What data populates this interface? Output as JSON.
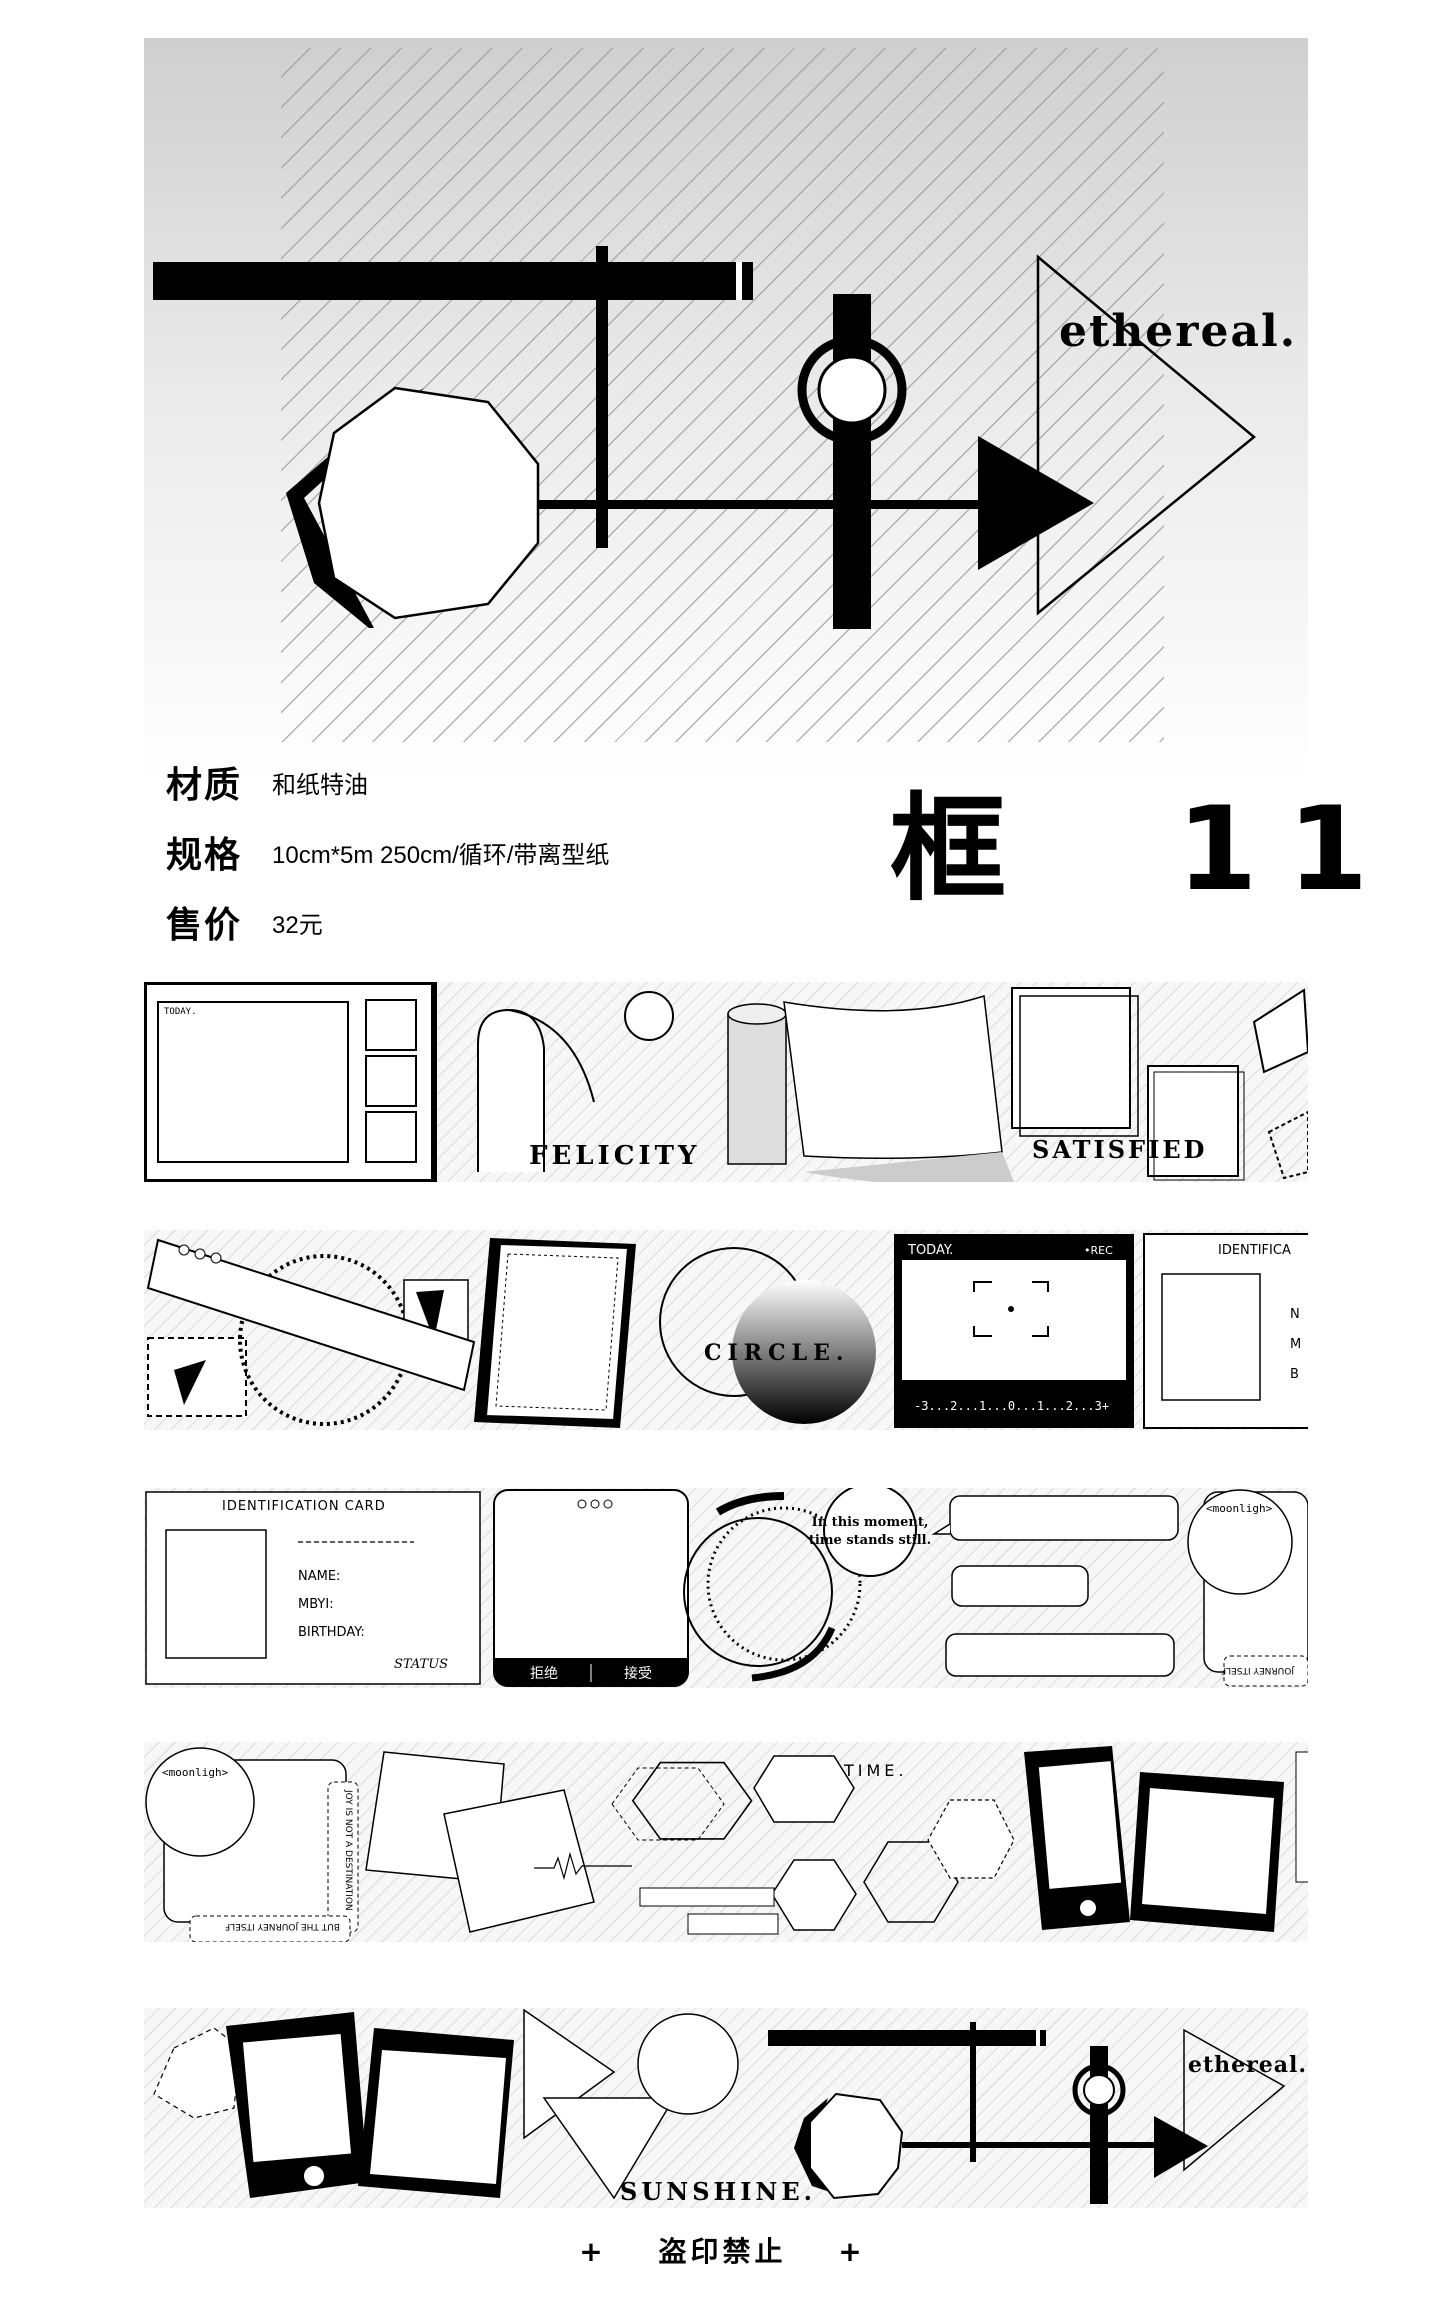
{
  "hero": {
    "word": "ethereal."
  },
  "info": [
    {
      "key": "材质",
      "value": "和纸特油"
    },
    {
      "key": "规格",
      "value": "10cm*5m 250cm/循环/带离型纸"
    },
    {
      "key": "售价",
      "value": "32元"
    }
  ],
  "product_name": "框  11",
  "strips": {
    "s1": {
      "today": "TODAY.",
      "felicity": "FELICITY",
      "satisfied": "SATISFIED"
    },
    "s2": {
      "circle": "CIRCLE.",
      "today": "TODAY.",
      "rec": "•REC",
      "scale": "-3...2...1...0...1...2...3+",
      "ident": "IDENTIFICA",
      "fields": [
        "N",
        "M",
        "B"
      ]
    },
    "s3": {
      "card_title": "IDENTIFICATION CARD",
      "name": "NAME:",
      "mbyi": "MBYI:",
      "birthday": "BIRTHDAY:",
      "status": "STATUS",
      "refuse": "拒绝",
      "accept": "接受",
      "moment_1": "In this moment,",
      "moment_2": "time stands still.",
      "moonlight": "<moonligh>",
      "journey": "JOURNEY ITSELF"
    },
    "s4": {
      "moonlight": "<moonligh>",
      "journey_side": "JOY IS NOT A DESTINATION",
      "journey_bottom": "BUT THE JOURNEY ITSELF",
      "time": "TIME."
    },
    "s5": {
      "sunshine": "SUNSHINE.",
      "ethereal": "ethereal."
    }
  },
  "footer": {
    "plus": "+",
    "text": "盗印禁止"
  }
}
